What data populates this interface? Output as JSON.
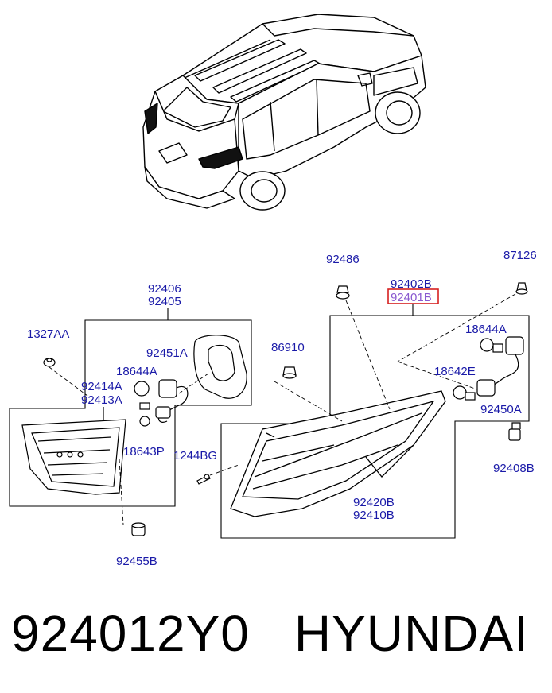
{
  "labels": {
    "p92406": "92406",
    "p92405": "92405",
    "p1327AA": "1327AA",
    "p92451A": "92451A",
    "p18644A_left": "18644A",
    "p92414A": "92414A",
    "p92413A": "92413A",
    "p18643P": "18643P",
    "p92455B": "92455B",
    "p86910": "86910",
    "p1244BG": "1244BG",
    "p92486": "92486",
    "p92402B": "92402B",
    "p92401B": "92401B",
    "p87126": "87126",
    "p18644A_right": "18644A",
    "p18642E": "18642E",
    "p92450A": "92450A",
    "p92408B": "92408B",
    "p92420B": "92420B",
    "p92410B": "92410B"
  },
  "footer": {
    "part_number": "924012Y0",
    "brand": "HYUNDAI"
  },
  "colors": {
    "label": "#1a1aa8",
    "highlight_box": "#d62020",
    "highlight_text": "#8a5ad0",
    "line": "#000000"
  }
}
